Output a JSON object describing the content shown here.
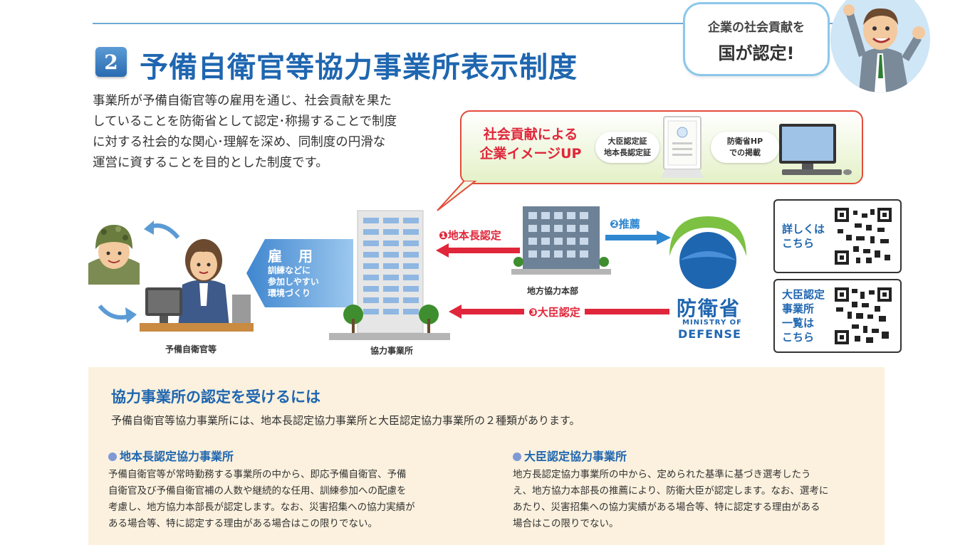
{
  "header": {
    "number": "2",
    "title": "予備自衛官等協力事業所表示制度"
  },
  "intro": {
    "lines": [
      "事業所が予備自衛官等の雇用を通じ、社会貢献を果た",
      "していることを防衛省として認定･称揚することで制度",
      "に対する社会的な関心･理解を深め、同制度の円滑な",
      "運営に資することを目的とした制度です。"
    ]
  },
  "speech_bubble": {
    "line1": "企業の社会貢献を",
    "line2": "国が認定!"
  },
  "callout": {
    "title_line1": "社会貢献による",
    "title_line2": "企業イメージUP",
    "pill1_line1": "大臣認定証",
    "pill1_line2": "地本長認定証",
    "pill2_line1": "防衛省HP",
    "pill2_line2": "での掲載"
  },
  "diagram": {
    "employment_title": "雇 用",
    "employment_sub1": "訓練などに",
    "employment_sub2": "参加しやすい",
    "employment_sub3": "環境づくり",
    "arrow1": "❶地本長認定",
    "arrow2": "❷推薦",
    "arrow3": "❸大臣認定",
    "label_reservist": "予備自衛官等",
    "label_company": "協力事業所",
    "label_pco": "地方協力本部",
    "mod_jp": "防衛省",
    "mod_en1": "MINISTRY OF",
    "mod_en2": "DEFENSE"
  },
  "qr": {
    "card1_line1": "詳しくは",
    "card1_line2": "こちら",
    "card2_line1": "大臣認定",
    "card2_line2": "事業所",
    "card2_line3": "一覧は",
    "card2_line4": "こちら"
  },
  "info": {
    "title": "協力事業所の認定を受けるには",
    "lead": "予備自衛官等協力事業所には、地本長認定協力事業所と大臣認定協力事業所の２種類があります。",
    "left": {
      "title": "地本長認定協力事業所",
      "lines": [
        "予備自衛官等が常時勤務する事業所の中から、即応予備自衛官、予備",
        "自衛官及び予備自衛官補の人数や継続的な任用、訓練参加への配慮を",
        "考慮し、地方協力本部長が認定します。なお、災害招集への協力実績が",
        "ある場合等、特に認定する理由がある場合はこの限りでない。"
      ]
    },
    "right": {
      "title": "大臣認定協力事業所",
      "lines": [
        "地方長認定協力事業所の中から、定められた基準に基づき選考したう",
        "え、地方協力本部長の推薦により、防衛大臣が認定します。なお、選考に",
        "あたり、災害招集への協力実績がある場合等、特に認定する理由がある",
        "場合はこの限りでない。"
      ]
    }
  },
  "colors": {
    "brand_blue": "#1f66b0",
    "accent_red": "#e0263a",
    "info_bg": "#fbf1de"
  }
}
